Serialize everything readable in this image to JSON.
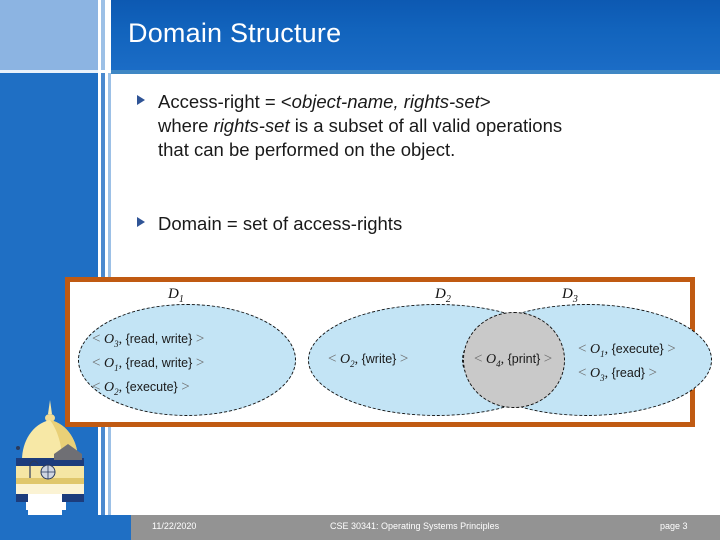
{
  "slide": {
    "title": "Domain Structure",
    "bullets": [
      {
        "marker": "triangle-bullet",
        "line1_a": "Access-right = <",
        "line1_italic": "object-name, rights-set",
        "line1_b": ">",
        "line2_a": "where ",
        "line2_italic": "rights-set",
        "line2_b": " is a subset of all valid operations",
        "line3": "that can be performed on the object."
      },
      {
        "marker": "triangle-bullet",
        "text": "Domain = set of access-rights"
      }
    ]
  },
  "diagram": {
    "frame_color": "#c05a12",
    "ellipse_fill": "#c3e4f5",
    "overlap_fill": "#c9c9c9",
    "domains": [
      {
        "label": "D",
        "sub": "1",
        "entries": [
          {
            "open": "<",
            "obj": "O",
            "obj_sub": "3",
            "comma": ",",
            "rights": "{read, write}",
            "close": ">"
          },
          {
            "open": "<",
            "obj": "O",
            "obj_sub": "1",
            "comma": ",",
            "rights": "{read, write}",
            "close": ">"
          },
          {
            "open": "<",
            "obj": "O",
            "obj_sub": "2",
            "comma": ",",
            "rights": "{execute}",
            "close": ">"
          }
        ]
      },
      {
        "label": "D",
        "sub": "2",
        "entries": [
          {
            "open": "<",
            "obj": "O",
            "obj_sub": "2",
            "comma": ",",
            "rights": "{write}",
            "close": ">"
          }
        ]
      },
      {
        "label": "D",
        "sub": "3",
        "entries": [
          {
            "open": "<",
            "obj": "O",
            "obj_sub": "1",
            "comma": ",",
            "rights": "{execute}",
            "close": ">"
          },
          {
            "open": "<",
            "obj": "O",
            "obj_sub": "3",
            "comma": ",",
            "rights": "{read}",
            "close": ">"
          }
        ]
      }
    ],
    "overlap": {
      "entries": [
        {
          "open": "<",
          "obj": "O",
          "obj_sub": "4",
          "comma": ",",
          "rights": "{print}",
          "close": ">"
        }
      ]
    }
  },
  "footer": {
    "date": "11/22/2020",
    "course": "CSE 30341: Operating Systems Principles",
    "page": "page 3"
  }
}
